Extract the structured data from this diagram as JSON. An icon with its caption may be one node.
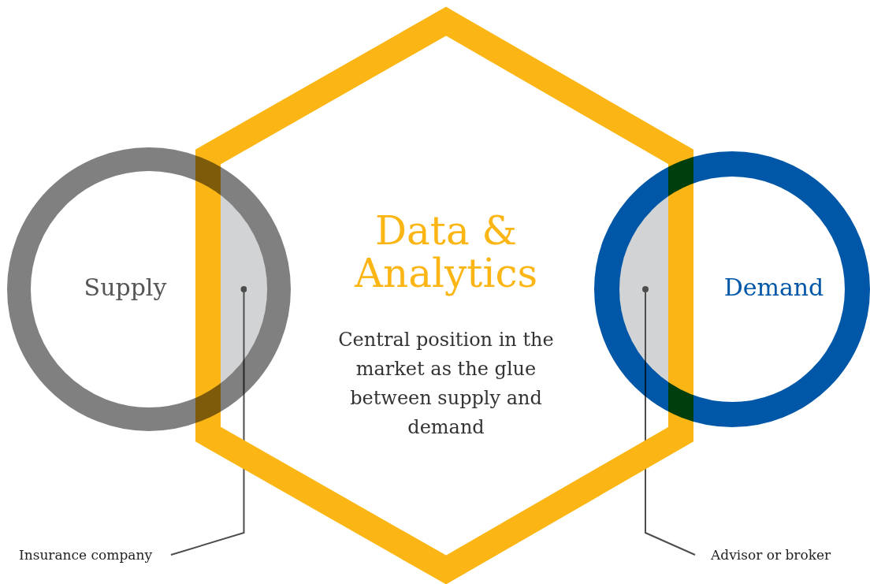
{
  "diagram": {
    "nodes": [
      {
        "text": [
          "Data & Analytics",
          "Central position in the market as the glue between supply and demand"
        ]
      },
      {
        "text": [
          "Supply"
        ]
      },
      {
        "text": [
          "Demand"
        ]
      },
      {
        "text": [
          "Insurance company"
        ]
      },
      {
        "text": [],
        "shape": "lens"
      },
      {
        "text": [
          "Advisor or broker"
        ]
      },
      {
        "text": [],
        "shape": "lens"
      }
    ],
    "edges": [
      {
        "from": 3,
        "to": 4,
        "arrow": "other"
      },
      {
        "from": 5,
        "to": 6,
        "arrow": "other"
      }
    ]
  }
}
